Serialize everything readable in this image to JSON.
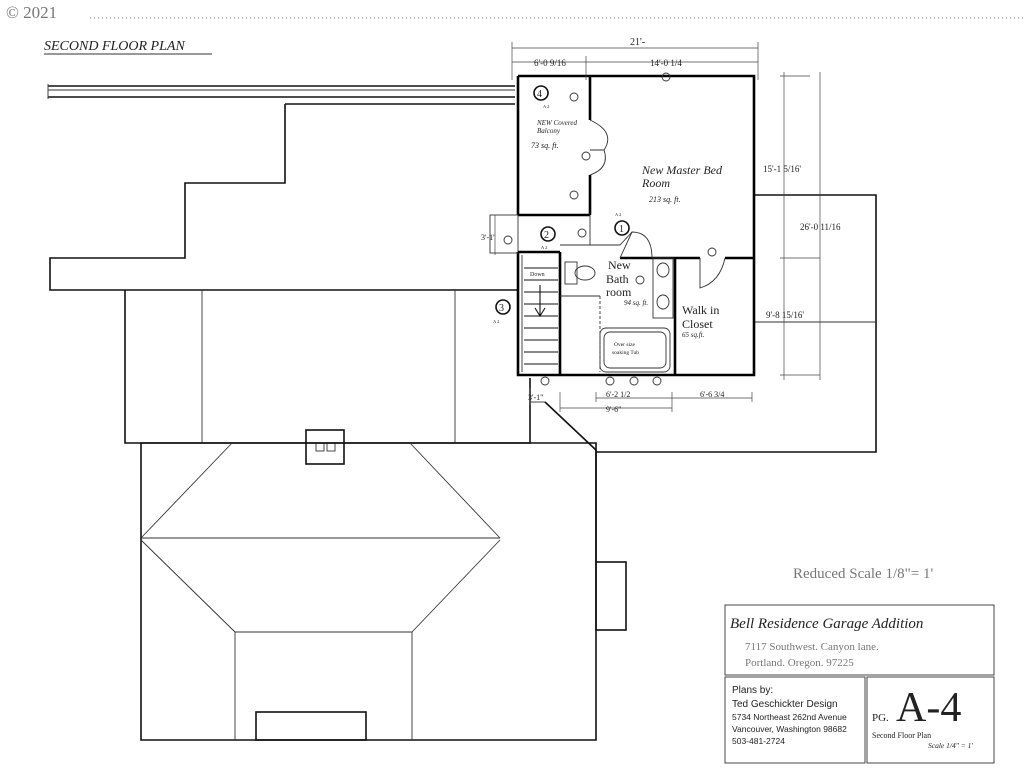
{
  "copyright": "© 2021",
  "drawing_title": "SECOND FLOOR PLAN",
  "scale_note": "Reduced Scale 1/8\"= 1'",
  "rooms": {
    "balcony": {
      "name_line1": "NEW Covered",
      "name_line2": "Balcony",
      "area": "73 sq. ft."
    },
    "master": {
      "name_line1": "New Master Bed",
      "name_line2": "Room",
      "area": "213 sq. ft."
    },
    "bath": {
      "name_line1": "New",
      "name_line2": "Bath",
      "name_line3": "room",
      "area": "94 sq. ft."
    },
    "closet": {
      "name_line1": "Walk in",
      "name_line2": "Closet",
      "area": "65 sq.ft."
    },
    "tub": {
      "line1": "Over size",
      "line2": "soaking Tub"
    },
    "stair": {
      "label": "Down"
    }
  },
  "dimensions": {
    "overall_width": "21'-",
    "top_left": "6'-0 9/16",
    "top_right": "14'-0 1/4",
    "right_upper": "15'-1 5/16'",
    "right_overall": "26'-0 11/16",
    "right_lower": "9'-8 15/16'",
    "left_stair": "3'-1'",
    "bottom_stair": "3'-1\"",
    "bottom_bath": "6'-2 1/2",
    "bottom_combined": "9'-6\"",
    "bottom_closet": "6'-6 3/4"
  },
  "section_markers": [
    {
      "num": "4",
      "ref": "A 2"
    },
    {
      "num": "2",
      "ref": "A 2"
    },
    {
      "num": "1",
      "ref": "A 2"
    },
    {
      "num": "3",
      "ref": "A 2"
    }
  ],
  "title_block": {
    "project": "Bell Residence Garage Addition",
    "address1": "7117 Southwest. Canyon lane.",
    "address2": "Portland. Oregon. 97225",
    "plans_by_label": "Plans by:",
    "designer": "Ted Geschickter Design",
    "designer_addr1": "5734 Northeast 262nd Avenue",
    "designer_addr2": "Vancouver, Washington 98682",
    "designer_phone": "503-481-2724",
    "page_prefix": "PG.",
    "page_number": "A-4",
    "sheet_name": "Second Floor Plan",
    "sheet_scale": "Scale 1/4\" = 1'"
  }
}
